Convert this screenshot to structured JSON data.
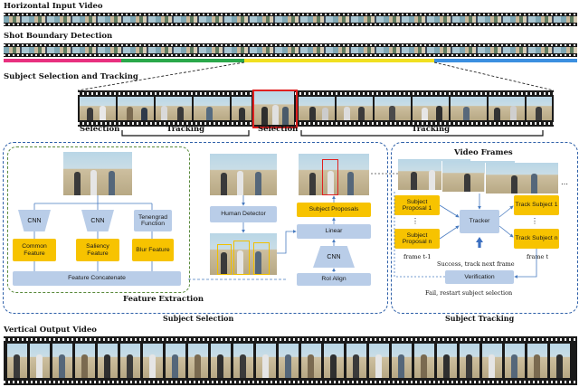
{
  "titles": {
    "horizontal_input": "Horizontal Input Video",
    "shot_boundary": "Shot Boundary Detection",
    "subject_selection_tracking": "Subject Selection and Tracking",
    "vertical_output": "Vertical  Output Video"
  },
  "strip_labels": {
    "selection_left": "Selection",
    "tracking_left": "Tracking",
    "selection_mid": "Selection",
    "tracking_right": "Tracking"
  },
  "selection_panel": {
    "cnn_1": "CNN",
    "cnn_2": "CNN",
    "tenengrad": "Tenengrad Function",
    "common_feature": "Common Feature",
    "saliency_feature": "Saliency Feature",
    "blur_feature": "Blur Feature",
    "concat": "Feature Concatenate",
    "feature_extraction": "Feature Extraction",
    "human_detector": "Human Detector",
    "subject_proposals": "Subject Proposals",
    "linear": "Linear",
    "cnn_3": "CNN",
    "roi_align": "RoI Align",
    "caption": "Subject Selection"
  },
  "tracking_panel": {
    "video_frames": "Video Frames",
    "ellipsis": "…",
    "proposal_1": "Subject Proposal 1",
    "proposal_n": "Subject Proposal n",
    "vdots_left": "⋮",
    "tracker": "Tracker",
    "track_1": "Track Subject 1",
    "track_n": "Track Subject n",
    "vdots_right": "⋮",
    "frame_prev": "frame t-1",
    "frame_cur": "frame t",
    "success": "Success, track next frame",
    "verification": "Verification",
    "fail": "Fail, restart subject selection",
    "caption": "Subject Tracking"
  },
  "colors": {
    "shot_segments": [
      "#e8307f",
      "#2aa84a",
      "#f0e020",
      "#3b8fe0"
    ],
    "feature_box": "#f7c300",
    "module_box": "#b9cde8",
    "green_dash": "#5a8a3c",
    "blue_dash": "#2d5fa8",
    "highlight": "#e02020"
  }
}
